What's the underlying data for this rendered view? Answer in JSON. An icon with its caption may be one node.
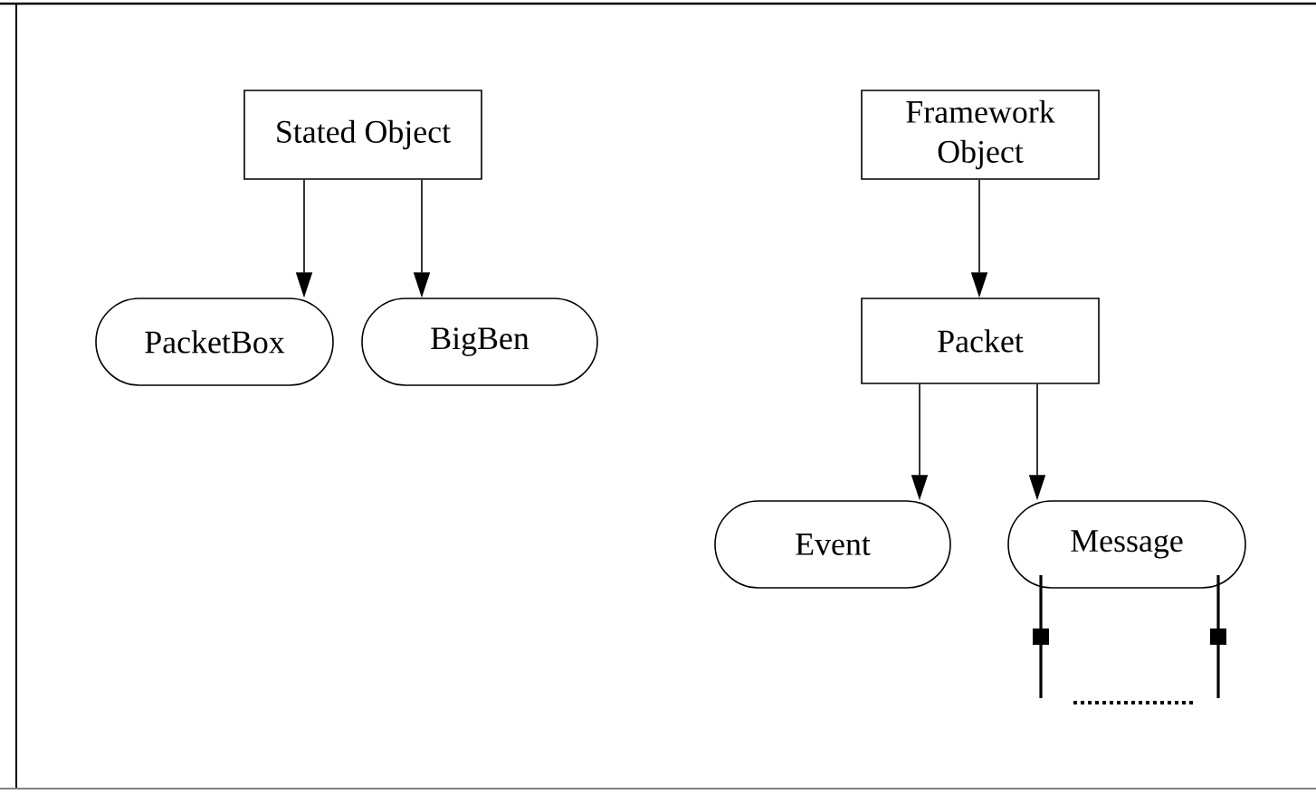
{
  "diagram": {
    "nodes": [
      {
        "text": [
          "Stated Object"
        ]
      },
      {
        "text": [
          "Framework Object"
        ]
      },
      {
        "text": [
          "PacketBox"
        ]
      },
      {
        "text": [
          "BigBen"
        ]
      },
      {
        "text": [
          "Packet"
        ]
      },
      {
        "text": [
          "Event"
        ]
      },
      {
        "text": [
          "Message"
        ]
      }
    ],
    "edges": [
      {
        "from": 0,
        "to": 2,
        "arrow": "to"
      },
      {
        "from": 0,
        "to": 3,
        "arrow": "to"
      },
      {
        "from": 1,
        "to": 4,
        "arrow": "to"
      },
      {
        "from": 4,
        "to": 5,
        "arrow": "to"
      },
      {
        "from": 4,
        "to": 6,
        "arrow": "to"
      }
    ]
  }
}
